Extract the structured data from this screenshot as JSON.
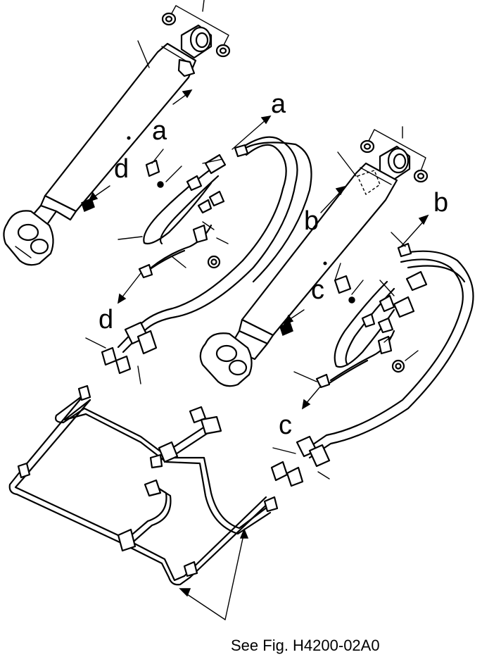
{
  "callouts": {
    "a_top": "a",
    "a_mid": "a",
    "b_right": "b",
    "b_mid": "b",
    "c_mid": "c",
    "c_low": "c",
    "d_mid": "d",
    "d_low": "d"
  },
  "reference_text": "See Fig. H4200-02A0"
}
